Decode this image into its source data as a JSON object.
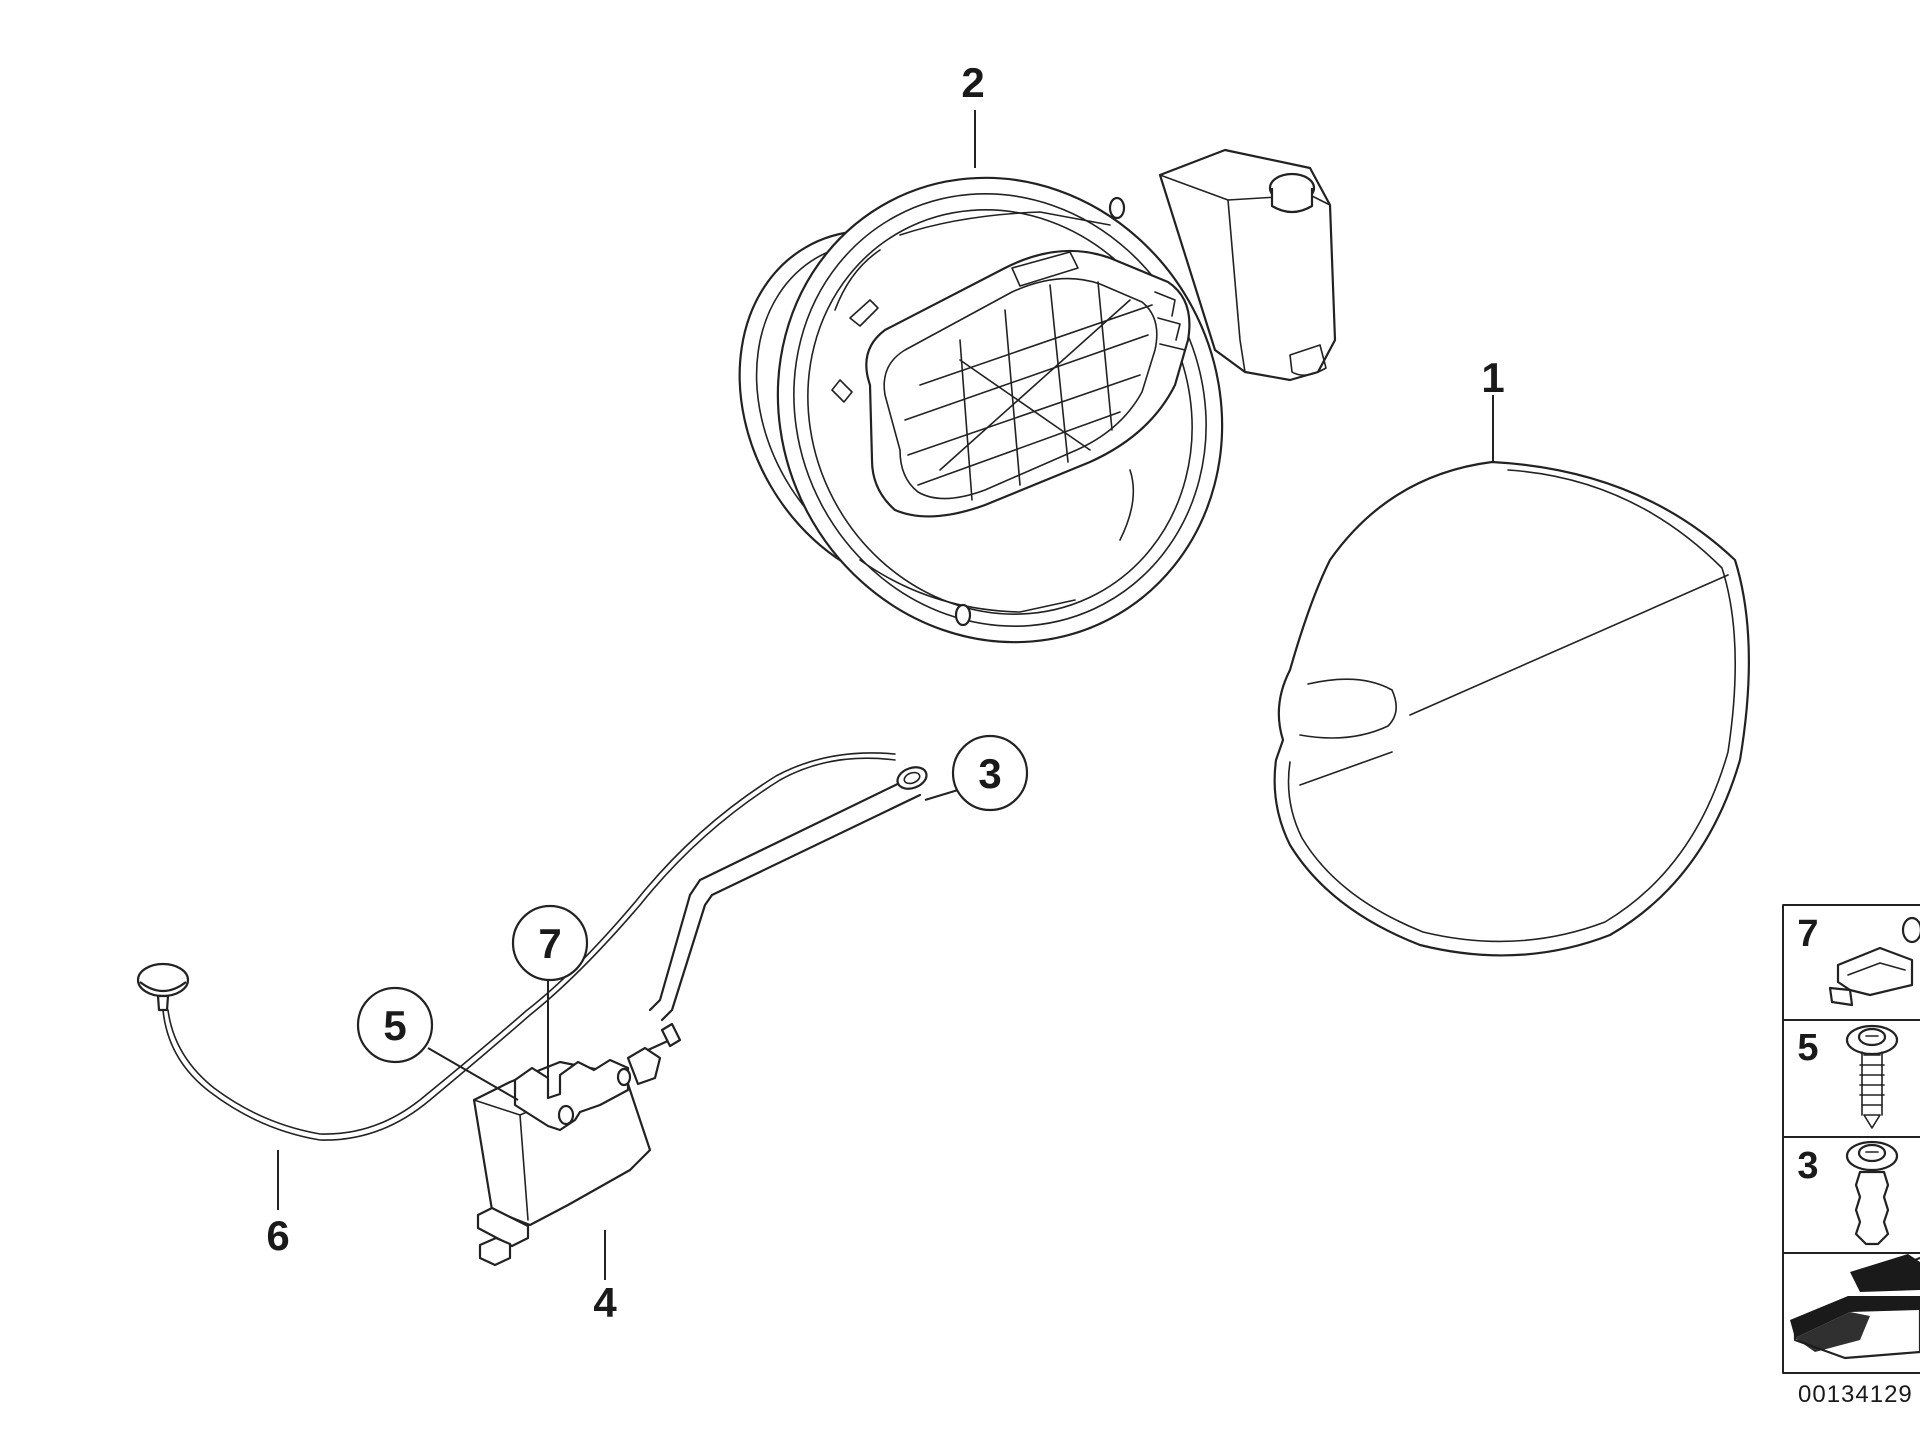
{
  "callouts": {
    "c1": "1",
    "c2": "2",
    "c3": "3",
    "c4": "4",
    "c5": "5",
    "c6": "6",
    "c7": "7"
  },
  "legend": {
    "items": [
      {
        "number": "7",
        "part": "clip"
      },
      {
        "number": "5",
        "part": "screw"
      },
      {
        "number": "3",
        "part": "expanding-rivet"
      }
    ]
  },
  "diagram_code": "00134129"
}
